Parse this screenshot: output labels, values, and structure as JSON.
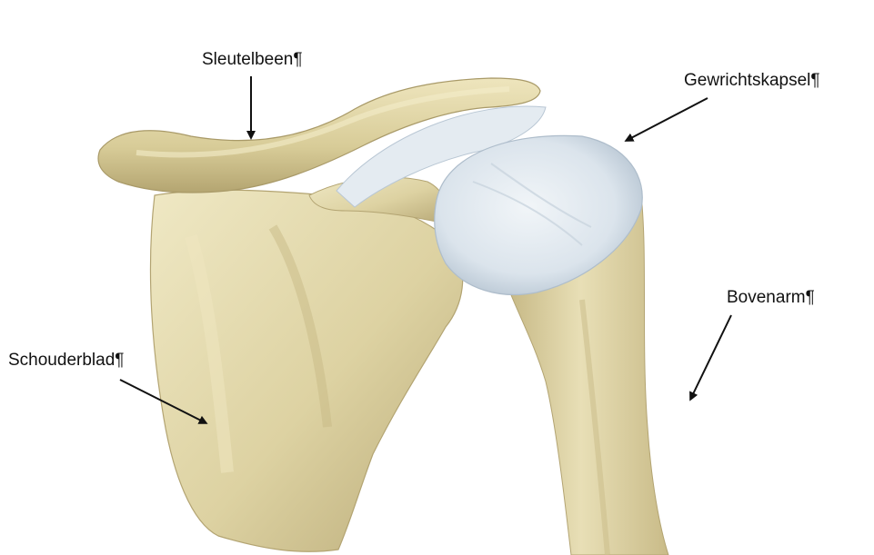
{
  "labels": {
    "clavicle": "Sleutelbeen¶",
    "joint_capsule": "Gewrichtskapsel¶",
    "upper_arm": "Bovenarm¶",
    "shoulder_blade": "Schouderblad¶"
  },
  "colors": {
    "bone": "#ddd2a2",
    "bone_shadow": "#b7a774",
    "bone_highlight": "#efe8c4",
    "capsule": "#e3ebf2",
    "capsule_shadow": "#b9c7d4",
    "arrow": "#111111",
    "background": "#ffffff"
  }
}
